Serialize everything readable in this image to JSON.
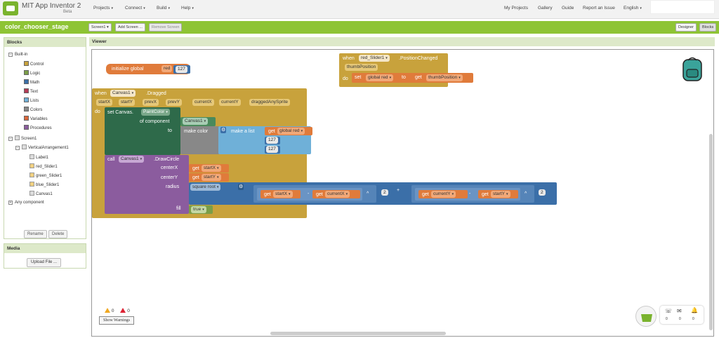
{
  "app": {
    "title": "MIT App Inventor 2",
    "subtitle": "Beta"
  },
  "nav": {
    "projects": "Projects",
    "connect": "Connect",
    "build": "Build",
    "help": "Help",
    "caret": "▾"
  },
  "right_nav": {
    "my_projects": "My Projects",
    "gallery": "Gallery",
    "guide": "Guide",
    "report": "Report an Issue",
    "language": "English"
  },
  "project": {
    "name": "color_chooser_stage",
    "screen": "Screen1 ▾",
    "add_screen": "Add Screen ...",
    "remove_screen": "Remove Screen",
    "designer": "Designer",
    "blocks": "Blocks"
  },
  "blocks_panel": {
    "title": "Blocks",
    "builtin": "Built-in",
    "items": [
      {
        "label": "Control",
        "color": "#c8a23c"
      },
      {
        "label": "Logic",
        "color": "#7b9e47"
      },
      {
        "label": "Math",
        "color": "#3b6fa8"
      },
      {
        "label": "Text",
        "color": "#b43a55"
      },
      {
        "label": "Lists",
        "color": "#6fb0d8"
      },
      {
        "label": "Colors",
        "color": "#888888"
      },
      {
        "label": "Variables",
        "color": "#d9663b"
      },
      {
        "label": "Procedures",
        "color": "#8b5c9e"
      }
    ],
    "screen": "Screen1",
    "arrangement": "VerticalArrangement1",
    "components": [
      "Label1",
      "red_Slider1",
      "green_Slider1",
      "blue_Slider1"
    ],
    "canvas": "Canvas1",
    "any": "Any component",
    "rename": "Rename",
    "delete": "Delete"
  },
  "media": {
    "title": "Media",
    "upload": "Upload File ..."
  },
  "viewer": {
    "title": "Viewer"
  },
  "blocks": {
    "init_global": "initialize global",
    "var_red": "red",
    "to": "to",
    "n127": "127",
    "when": "when",
    "slider": "red_Slider1",
    "position_changed": ".PositionChanged",
    "thumb_position": "thumbPosition",
    "do": "do",
    "set": "set",
    "global_red": "global red",
    "get": "get",
    "canvas1": "Canvas1",
    "dragged": ".Dragged",
    "params": [
      "startX",
      "startY",
      "prevX",
      "prevY",
      "currentX",
      "currentY",
      "draggedAnySprite"
    ],
    "set_canvas": "set Canvas.",
    "paint_color": "PaintColor",
    "of_component": "of component",
    "make_color": "make color",
    "make_list": "make a list",
    "call": "call",
    "draw_circle": ".DrawCircle",
    "center_x": "centerX",
    "center_y": "centerY",
    "radius": "radius",
    "fill": "fill",
    "square_root": "square root",
    "start_x": "startX",
    "start_y": "startY",
    "current_x": "currentX",
    "current_y": "currentY",
    "minus": "-",
    "caret": "^",
    "plus": "+",
    "n2": "2",
    "true": "true"
  },
  "warnings": {
    "warn_count": "0",
    "error_count": "0",
    "show": "Show Warnings"
  },
  "notify": {
    "calls": "0",
    "messages": "0",
    "alerts": "0"
  }
}
